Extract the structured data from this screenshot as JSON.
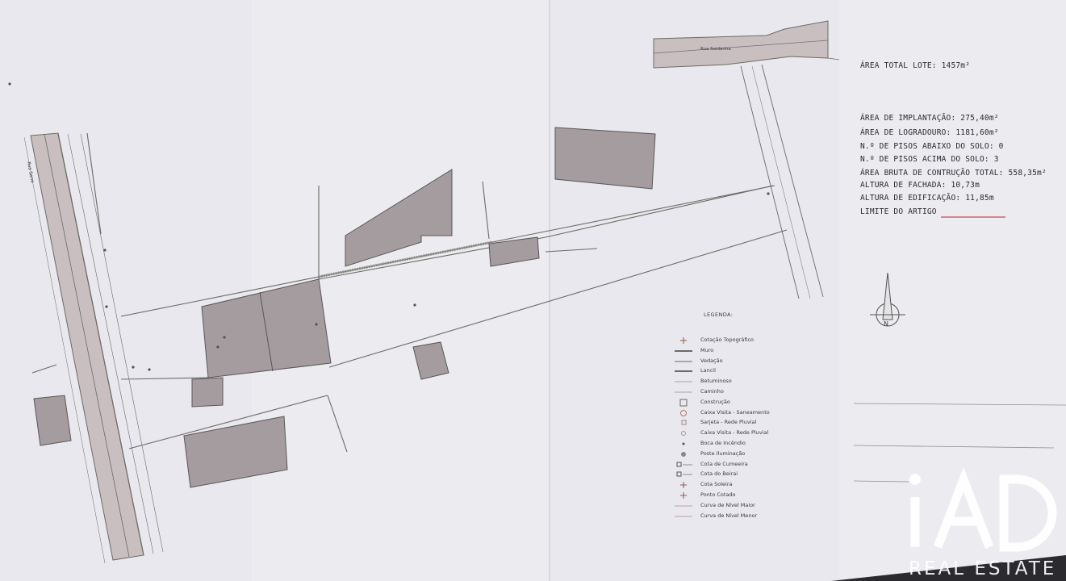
{
  "stats": {
    "area_total": "ÁREA TOTAL LOTE: 1457m²",
    "area_implantacao": "ÁREA DE IMPLANTAÇÃO: 275,40m²",
    "area_logradouro": "ÁREA DE LOGRADOURO: 1181,60m²",
    "pisos_abaixo": "N.º DE PISOS ABAIXO DO SOLO: 0",
    "pisos_acima": "N.º DE PISOS ACIMA DO SOLO: 3",
    "area_bruta": "ÁREA BRUTA DE CONTRUÇÃO TOTAL: 558,35m²",
    "altura_fachada": "ALTURA DE FACHADA: 10,73m",
    "altura_edificacao": "ALTURA DE EDIFICAÇÃO: 11,85m",
    "limite_artigo": "LIMITE DO ARTIGO"
  },
  "legend": {
    "title": "LEGENDA:",
    "items": [
      "Cotação Topográfico",
      "Muro",
      "Vedação",
      "Lancil",
      "Betuminoso",
      "Caminho",
      "Construção",
      "Caixa Visita - Saneamento",
      "Sarjeta - Rede Pluvial",
      "Caixa Visita - Rede Pluvial",
      "Boca de Incêndio",
      "Poste Iluminação",
      "Cota de Cumeeira",
      "Cota do Beirai",
      "Cota Soleira",
      "Ponto Cotado",
      "Curva de Nível Maior",
      "Curva de Nível Menor"
    ]
  },
  "streets": {
    "street_top": "Rua Saldanha",
    "street_left": "Rua Sarre"
  },
  "compass": {
    "label": "N"
  },
  "watermark": {
    "logo": "iAD",
    "text": "REAL ESTATE"
  },
  "colors": {
    "paper": "#e9e8ee",
    "building_fill": "#a59c9f",
    "line": "#6c6a63",
    "limit": "#c0504d"
  }
}
